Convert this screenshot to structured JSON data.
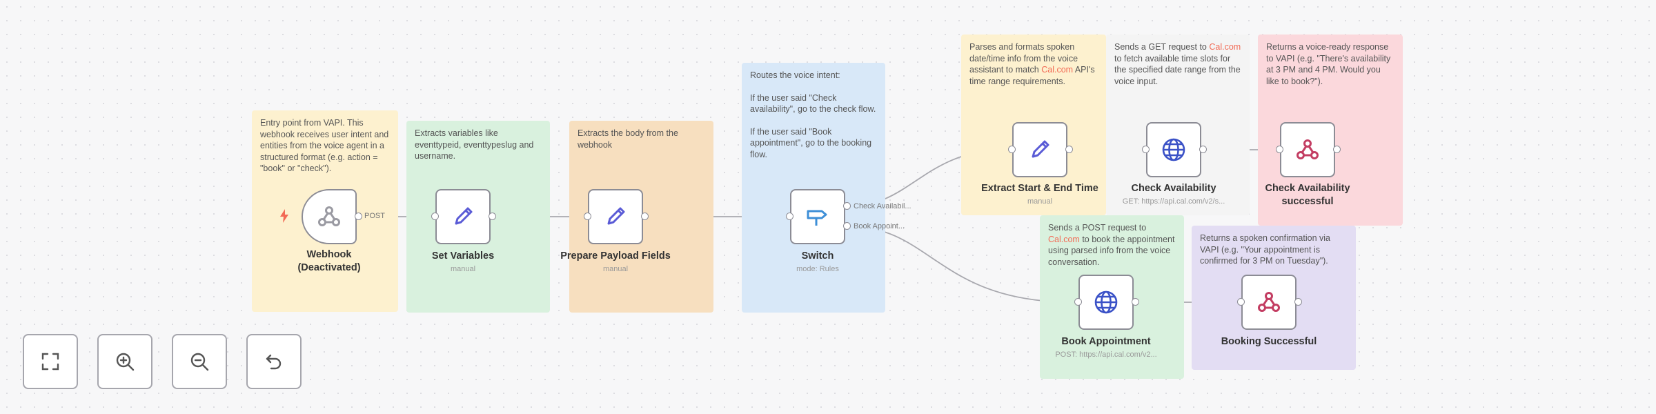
{
  "notes": {
    "webhook": "Entry point from VAPI. This webhook receives user intent and entities from the voice agent in a structured format (e.g. action = \"book\" or \"check\").",
    "set_variables": "Extracts variables like eventtypeid, eventtypeslug and username.",
    "prepare_payload": "Extracts the body from the webhook",
    "switch": {
      "line1": "Routes the voice intent:",
      "line2": "If the user said \"Check availability\", go to the check flow.",
      "line3": "If the user said \"Book appointment\", go to the booking flow."
    },
    "extract_dates": {
      "before": "Parses and formats spoken date/time info from the voice assistant to match ",
      "link": "Cal.com",
      "after": " API's time range requirements."
    },
    "check_availability": {
      "before": "Sends a GET request to ",
      "link": "Cal.com",
      "after": " to fetch available time slots for the specified date range from the voice input."
    },
    "check_success": "Returns a voice-ready response to VAPI (e.g. \"There's availability at 3 PM and 4 PM. Would you like to book?\").",
    "book_appointment": {
      "before": "Sends a POST request to ",
      "link": "Cal.com",
      "after": " to book the appointment using parsed info from the voice conversation."
    },
    "booking_success": "Returns a spoken confirmation via VAPI (e.g. \"Your appointment is confirmed for 3 PM on Tuesday\")."
  },
  "nodes": {
    "webhook": {
      "label": "Webhook (Deactivated)",
      "icon": "webhook-icon"
    },
    "set_variables": {
      "label": "Set Variables",
      "sub": "manual",
      "icon": "pen-icon"
    },
    "prepare_payload": {
      "label": "Prepare Payload Fields",
      "sub": "manual",
      "icon": "pen-icon"
    },
    "switch": {
      "label": "Switch",
      "sub": "mode: Rules",
      "icon": "switch-icon"
    },
    "extract_dates": {
      "label": "Extract Start & End Time",
      "sub": "manual",
      "icon": "pen-icon"
    },
    "check_availability": {
      "label": "Check Availability",
      "sub": "GET: https://api.cal.com/v2/s...",
      "icon": "globe-icon"
    },
    "check_success": {
      "label": "Check Availability successful",
      "icon": "webhook-icon"
    },
    "book_appointment": {
      "label": "Book Appointment",
      "sub": "POST: https://api.cal.com/v2...",
      "icon": "globe-icon"
    },
    "booking_success": {
      "label": "Booking Successful",
      "icon": "webhook-icon"
    }
  },
  "edges": {
    "webhook_method": "POST",
    "switch_out1": "Check Availabil...",
    "switch_out2": "Book Appoint..."
  },
  "controls": [
    "fit-view-button",
    "zoom-in-button",
    "zoom-out-button",
    "reset-zoom-button"
  ],
  "colors": {
    "highlight": "#f26a55",
    "pen": "#5a5bd6",
    "globe": "#3b52c7",
    "switch": "#3e8fd7",
    "webhook": "#c33d62",
    "trigger_bolt": "#f26a55"
  }
}
